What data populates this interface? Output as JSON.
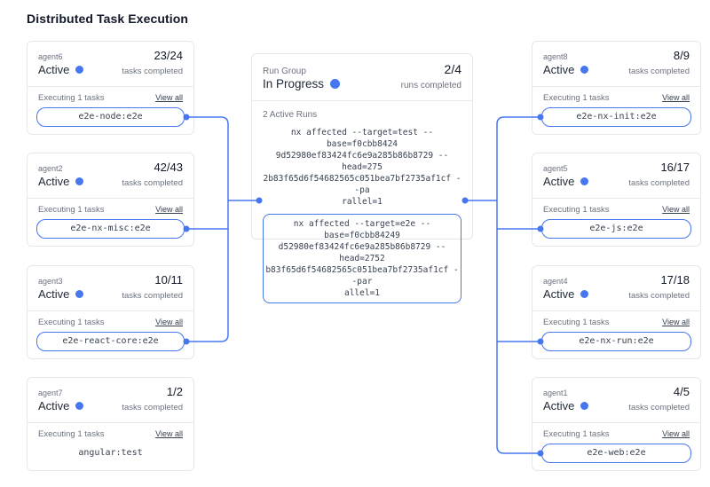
{
  "page": {
    "title": "Distributed Task Execution"
  },
  "colors": {
    "accent_blue": "#4677f0",
    "card_border": "#e5e7eb",
    "text_gray": "#6b7280",
    "text_dark": "#1f2937"
  },
  "run_group": {
    "label": "Run Group",
    "status": "In Progress",
    "count": "2/4",
    "count_label": "runs completed",
    "active_runs_label": "2 Active Runs",
    "commands": {
      "plain": "nx affected --target=test --base=f0cbb8424\n9d52980ef83424fc6e9a285b86b8729 --head=275\n2b83f65d6f54682565c051bea7bf2735af1cf --pa\nrallel=1",
      "highlighted": "nx affected --target=e2e --base=f0cbb84249\nd52980ef83424fc6e9a285b86b8729 --head=2752\nb83f65d6f54682565c051bea7bf2735af1cf --par\nallel=1"
    }
  },
  "agents": [
    {
      "name": "agent6",
      "status": "Active",
      "count": "23/24",
      "completed_label": "tasks completed",
      "executing_label": "Executing 1 tasks",
      "view_all": "View all",
      "task": "e2e-node:e2e"
    },
    {
      "name": "agent2",
      "status": "Active",
      "count": "42/43",
      "completed_label": "tasks completed",
      "executing_label": "Executing 1 tasks",
      "view_all": "View all",
      "task": "e2e-nx-misc:e2e"
    },
    {
      "name": "agent3",
      "status": "Active",
      "count": "10/11",
      "completed_label": "tasks completed",
      "executing_label": "Executing 1 tasks",
      "view_all": "View all",
      "task": "e2e-react-core:e2e"
    },
    {
      "name": "agent7",
      "status": "Active",
      "count": "1/2",
      "completed_label": "tasks completed",
      "executing_label": "Executing 1 tasks",
      "view_all": "View all",
      "task": "angular:test"
    },
    {
      "name": "agent8",
      "status": "Active",
      "count": "8/9",
      "completed_label": "tasks completed",
      "executing_label": "Executing 1 tasks",
      "view_all": "View all",
      "task": "e2e-nx-init:e2e"
    },
    {
      "name": "agent5",
      "status": "Active",
      "count": "16/17",
      "completed_label": "tasks completed",
      "executing_label": "Executing 1 tasks",
      "view_all": "View all",
      "task": "e2e-js:e2e"
    },
    {
      "name": "agent4",
      "status": "Active",
      "count": "17/18",
      "completed_label": "tasks completed",
      "executing_label": "Executing 1 tasks",
      "view_all": "View all",
      "task": "e2e-nx-run:e2e"
    },
    {
      "name": "agent1",
      "status": "Active",
      "count": "4/5",
      "completed_label": "tasks completed",
      "executing_label": "Executing 1 tasks",
      "view_all": "View all",
      "task": "e2e-web:e2e"
    }
  ]
}
